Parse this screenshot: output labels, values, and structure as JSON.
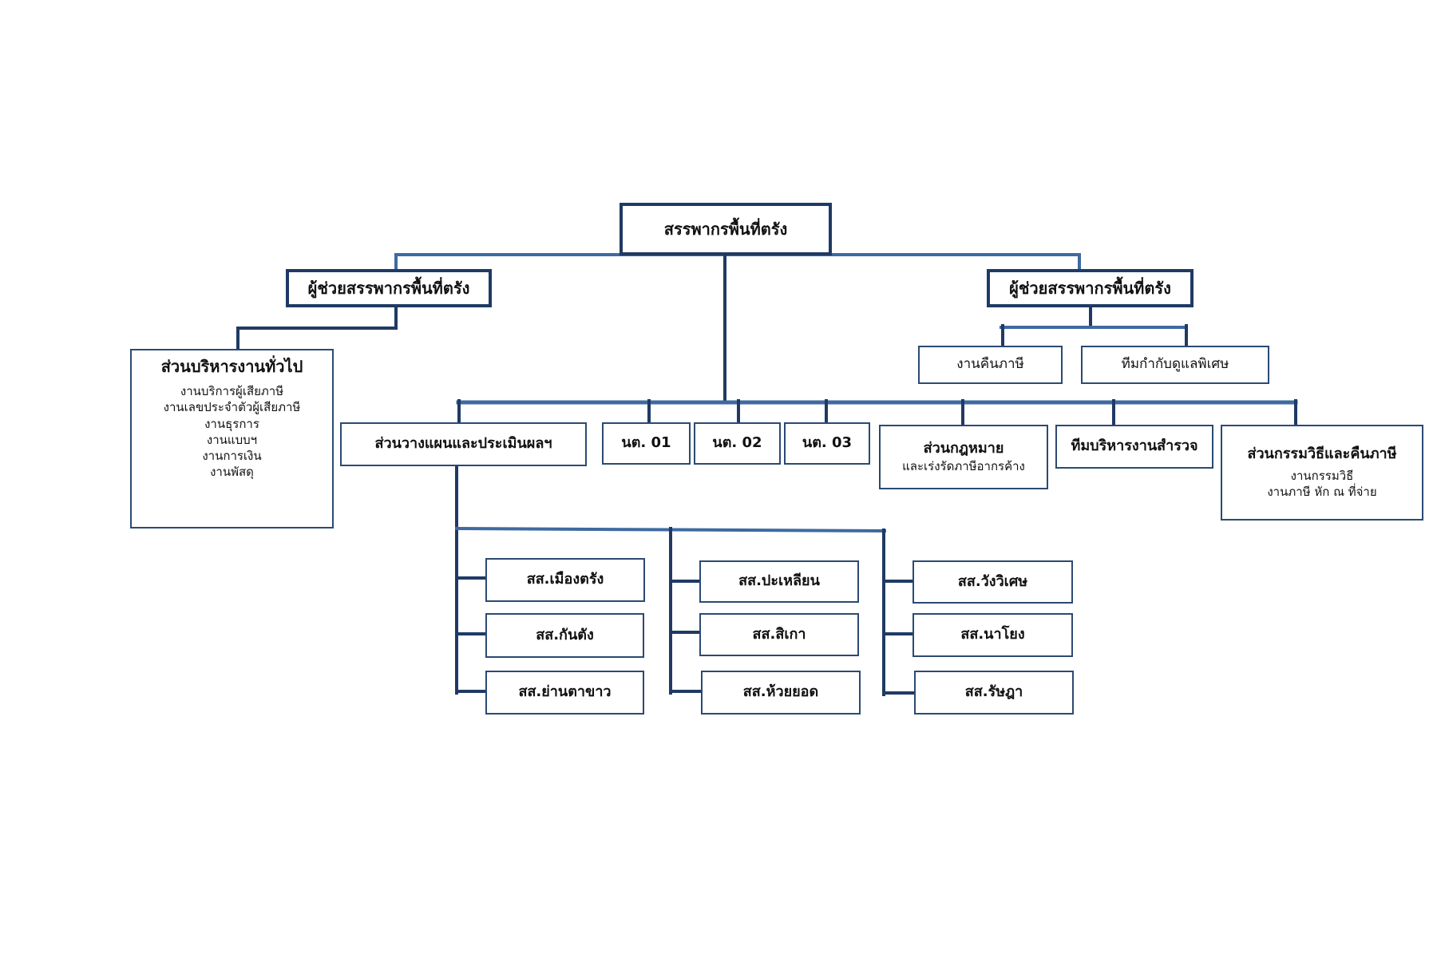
{
  "root": {
    "label": "สรรพากรพื้นที่ตรัง"
  },
  "assistant_left": {
    "label": "ผู้ช่วยสรรพากรพื้นที่ตรัง"
  },
  "assistant_right": {
    "label": "ผู้ช่วยสรรพากรพื้นที่ตรัง"
  },
  "general_admin": {
    "title": "ส่วนบริหารงานทั่วไป",
    "items": [
      "งานบริการผู้เสียภาษี",
      "งานเลขประจำตัวผู้เสียภาษี",
      "งานธุรการ",
      "งานแบบฯ",
      "งานการเงิน",
      "งานพัสดุ"
    ]
  },
  "refund": {
    "label": "งานคืนภาษี"
  },
  "special_team": {
    "label": "ทีมกำกับดูแลพิเศษ"
  },
  "planning": {
    "label": "ส่วนวางแผนและประเมินผลฯ"
  },
  "nt01": {
    "label": "นต. 01"
  },
  "nt02": {
    "label": "นต. 02"
  },
  "nt03": {
    "label": "นต. 03"
  },
  "legal": {
    "title": "ส่วนกฎหมาย",
    "sub": "และเร่งรัดภาษีอากรค้าง"
  },
  "survey_team": {
    "label": "ทีมบริหารงานสำรวจ"
  },
  "procedure": {
    "title": "ส่วนกรรมวิธีและคืนภาษี",
    "items": [
      "งานกรรมวิธี",
      "งานภาษี หัก ณ ที่จ่าย"
    ]
  },
  "branches": {
    "col1": [
      "สส.เมืองตรัง",
      "สส.กันตัง",
      "สส.ย่านตาขาว"
    ],
    "col2": [
      "สส.ปะเหลียน",
      "สส.สิเกา",
      "สส.ห้วยยอด"
    ],
    "col3": [
      "สส.วังวิเศษ",
      "สส.นาโยง",
      "สส.รัษฎา"
    ]
  },
  "colors": {
    "line_blue": "#3e6aa0",
    "line_dark": "#1f3a64",
    "border": "#2b4a73"
  }
}
